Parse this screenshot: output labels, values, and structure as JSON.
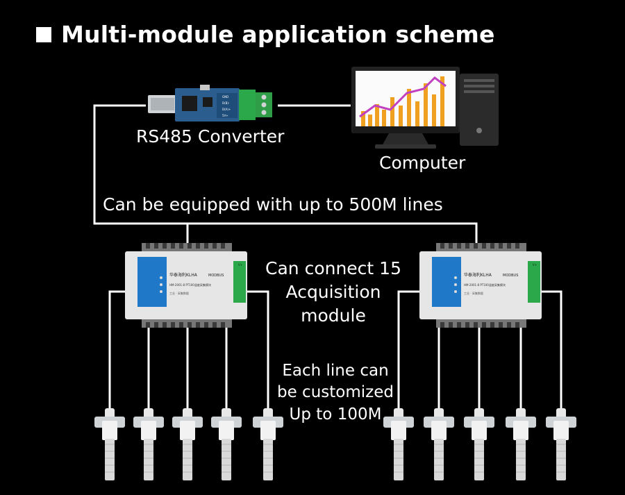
{
  "title": "Multi-module application scheme",
  "labels": {
    "converter": "RS485 Converter",
    "computer": "Computer",
    "lines": "Can be equipped with up to 500M lines",
    "connect": [
      "Can connect 15",
      "Acquisition",
      "module"
    ],
    "custom": [
      "Each line can",
      "be customized",
      "Up to 100M"
    ]
  },
  "module_text": {
    "brand": "华泰海利KLHA",
    "protocol": "MODBUS",
    "model": "HM-2001-8 PT100温度采集模块",
    "sub": "工业 · 采集数据",
    "terminal_v": "V+"
  },
  "converter_text": {
    "pins": [
      "GND",
      "D(B)-",
      "D(A)+",
      "5V+"
    ]
  },
  "colors": {
    "background": "#000000",
    "line": "#ffffff",
    "module_blue": "#1f78c8",
    "terminal_green": "#2aa84a",
    "pcb_blue": "#2b5d8e",
    "chart_orange": "#f0a020",
    "chart_magenta": "#c040c0"
  },
  "sensor_counts": {
    "left_module": 5,
    "right_module": 5
  }
}
